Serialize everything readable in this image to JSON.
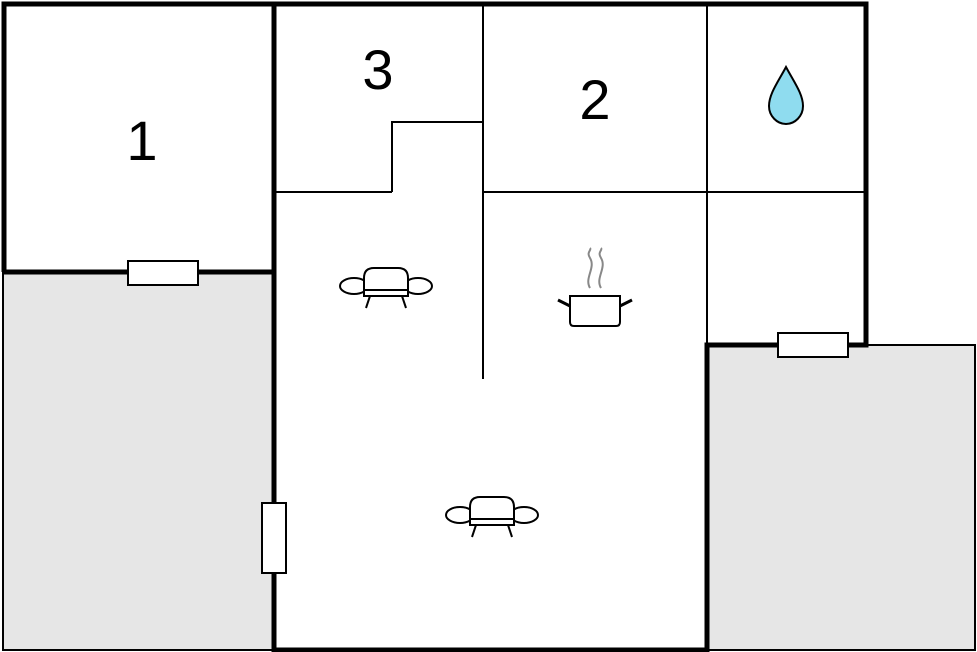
{
  "rooms": {
    "bedroom_1": {
      "label": "1"
    },
    "bedroom_3": {
      "label": "3"
    },
    "bedroom_2": {
      "label": "2"
    }
  },
  "icons": {
    "bathroom": "water-drop-icon",
    "living_room": "sofa-icon",
    "kitchen": "cooking-pot-icon",
    "dining": "sofa-icon"
  },
  "colors": {
    "terrace_fill": "#e6e6e6",
    "water_drop": "#8fdcef",
    "wall": "#000000",
    "steam": "#888888"
  }
}
